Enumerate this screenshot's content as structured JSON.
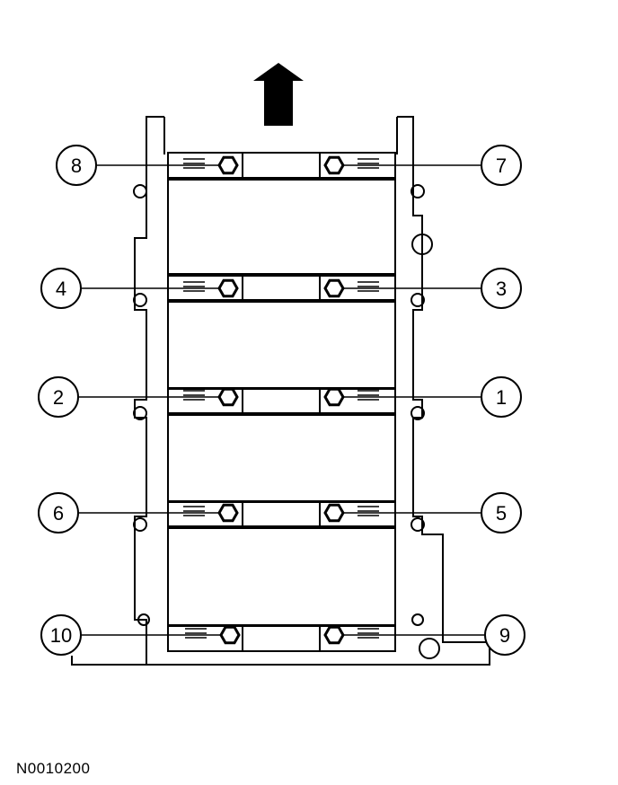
{
  "figure_id": "N0010200",
  "direction_indicator": "up-arrow",
  "bolts": [
    {
      "label": "8",
      "icon": "hex-bolt-icon"
    },
    {
      "label": "7",
      "icon": "hex-bolt-icon"
    },
    {
      "label": "4",
      "icon": "hex-bolt-icon"
    },
    {
      "label": "3",
      "icon": "hex-bolt-icon"
    },
    {
      "label": "2",
      "icon": "hex-bolt-icon"
    },
    {
      "label": "1",
      "icon": "hex-bolt-icon"
    },
    {
      "label": "6",
      "icon": "hex-bolt-icon"
    },
    {
      "label": "5",
      "icon": "hex-bolt-icon"
    },
    {
      "label": "10",
      "icon": "hex-bolt-icon"
    },
    {
      "label": "9",
      "icon": "hex-bolt-icon"
    }
  ]
}
